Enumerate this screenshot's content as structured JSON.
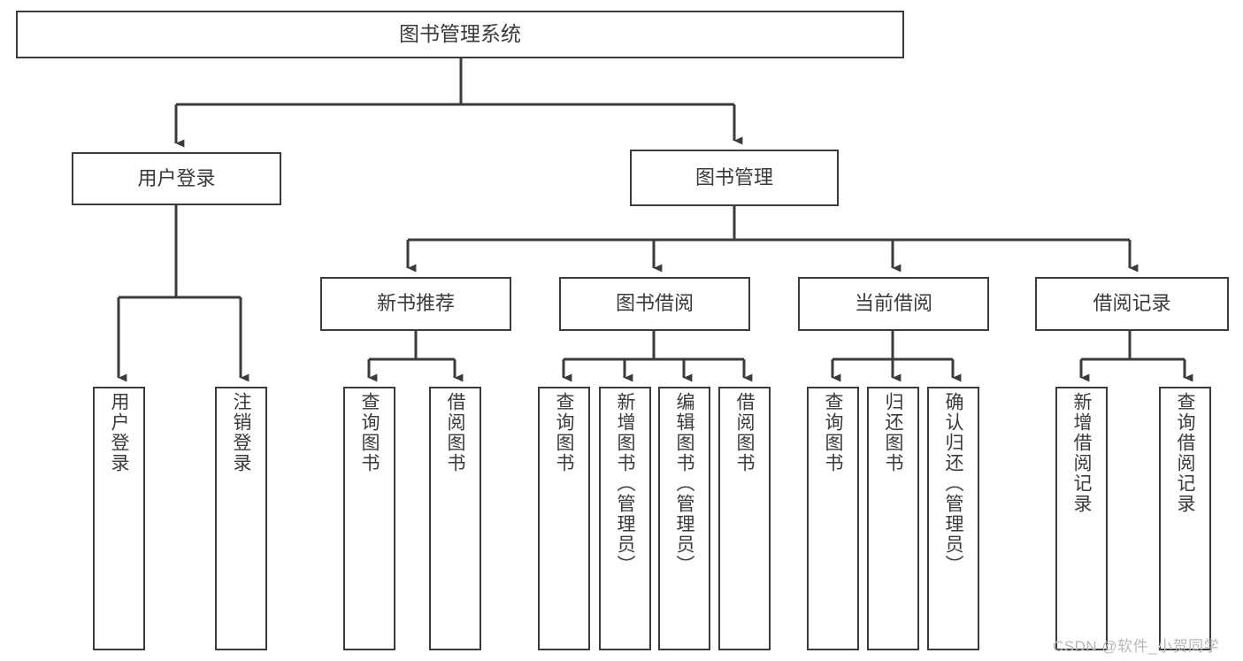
{
  "diagram": {
    "type": "tree-hierarchy-chart",
    "title": "图书管理系统",
    "colors": {
      "stroke": "#3b3b3b",
      "box_fill": "#ffffff",
      "text": "#3a3a3a",
      "background": "#ffffff",
      "watermark": "#b9b9b9"
    },
    "nodes": {
      "root": {
        "label": "图书管理系统"
      },
      "level2": [
        {
          "id": "user-login",
          "label": "用户登录"
        },
        {
          "id": "book-management",
          "label": "图书管理"
        }
      ],
      "level3": [
        {
          "id": "new-book-recommend",
          "label": "新书推荐"
        },
        {
          "id": "book-borrow",
          "label": "图书借阅"
        },
        {
          "id": "current-borrow",
          "label": "当前借阅"
        },
        {
          "id": "borrow-record",
          "label": "借阅记录"
        }
      ],
      "leaves": {
        "user-login": [
          {
            "id": "leaf-user-login",
            "label": "用户登录"
          },
          {
            "id": "leaf-user-logout",
            "label": "注销登录"
          }
        ],
        "new-book-recommend": [
          {
            "id": "leaf-query-book-1",
            "label": "查询图书"
          },
          {
            "id": "leaf-borrow-book-1",
            "label": "借阅图书"
          }
        ],
        "book-borrow": [
          {
            "id": "leaf-query-book-2",
            "label": "查询图书"
          },
          {
            "id": "leaf-add-book",
            "label": "新增图书（管理员）"
          },
          {
            "id": "leaf-edit-book",
            "label": "编辑图书（管理员）"
          },
          {
            "id": "leaf-borrow-book-2",
            "label": "借阅图书"
          }
        ],
        "current-borrow": [
          {
            "id": "leaf-query-book-3",
            "label": "查询图书"
          },
          {
            "id": "leaf-return-book",
            "label": "归还图书"
          },
          {
            "id": "leaf-confirm-return",
            "label": "确认归还（管理员）"
          }
        ],
        "borrow-record": [
          {
            "id": "leaf-add-record",
            "label": "新增借阅记录"
          },
          {
            "id": "leaf-query-record",
            "label": "查询借阅记录"
          }
        ]
      }
    },
    "watermark": "CSDN @软件_小贺同学"
  }
}
